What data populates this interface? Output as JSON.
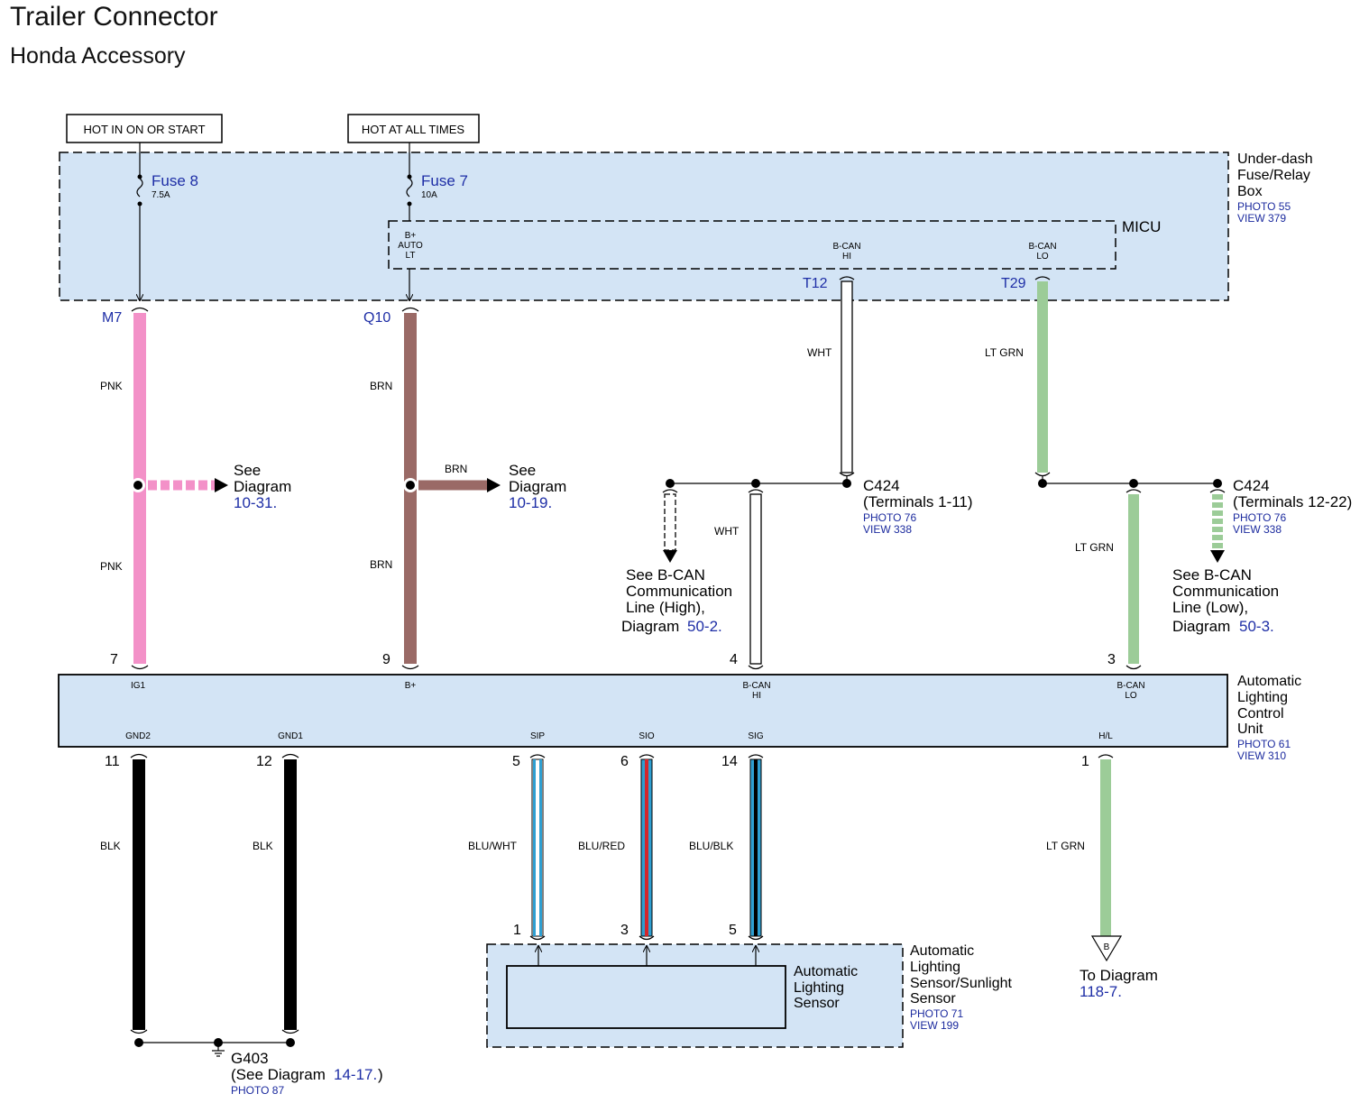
{
  "header": {
    "title": "Trailer Connector",
    "subtitle": "Honda Accessory"
  },
  "colors": {
    "box_fill": "#d3e4f5",
    "pink": "#f391c8",
    "brown": "#9a6a66",
    "ltgrn": "#9ccc98",
    "blk": "#000000",
    "blu": "#2f9fd1",
    "red": "#d5262b",
    "link": "#1b2a9e"
  },
  "power": {
    "hot_ign": "HOT IN ON OR START",
    "hot_all": "HOT AT ALL TIMES"
  },
  "fuse_box": {
    "name1": "Under-dash",
    "name2": "Fuse/Relay",
    "name3": "Box",
    "photo": "PHOTO 55",
    "view": "VIEW 379",
    "fuse8": {
      "label": "Fuse 8",
      "rating": "7.5A",
      "terminal": "M7"
    },
    "fuse7": {
      "label": "Fuse 7",
      "rating": "10A",
      "terminal": "Q10"
    },
    "micu": {
      "name": "MICU",
      "bplus1": "B+",
      "bplus2": "AUTO",
      "bplus3": "LT",
      "canhi1": "B-CAN",
      "canhi2": "HI",
      "canlo1": "B-CAN",
      "canlo2": "LO",
      "t12": "T12",
      "t29": "T29"
    }
  },
  "wires": {
    "pnk": "PNK",
    "brn": "BRN",
    "wht": "WHT",
    "ltgrn": "LT GRN",
    "blk": "BLK",
    "bluwht": "BLU/WHT",
    "blured": "BLU/RED",
    "blublk": "BLU/BLK"
  },
  "refs": {
    "see": "See",
    "diagram": "Diagram",
    "d1031": "10-31.",
    "d1019": "10-19.",
    "bcan_hi": [
      "See B-CAN",
      "Communication",
      "Line (High),"
    ],
    "bcan_hi_diag": "Diagram",
    "d502": "50-2.",
    "bcan_lo": [
      "See B-CAN",
      "Communication",
      "Line (Low),"
    ],
    "bcan_lo_diag": "Diagram",
    "d503": "50-3.",
    "c424a": {
      "name": "C424",
      "terms": "(Terminals 1-11)",
      "photo": "PHOTO 76",
      "view": "VIEW 338"
    },
    "c424b": {
      "name": "C424",
      "terms": "(Terminals 12-22)",
      "photo": "PHOTO 76",
      "view": "VIEW 338"
    }
  },
  "alcu": {
    "name1": "Automatic",
    "name2": "Lighting",
    "name3": "Control",
    "name4": "Unit",
    "photo": "PHOTO 61",
    "view": "VIEW 310",
    "top_pins": {
      "ig1": "IG1",
      "bplus": "B+",
      "canhi1": "B-CAN",
      "canhi2": "HI",
      "canlo1": "B-CAN",
      "canlo2": "LO"
    },
    "top_nums": {
      "ig1": "7",
      "bplus": "9",
      "canhi": "4",
      "canlo": "3"
    },
    "bot_pins": {
      "gnd2": "GND2",
      "gnd1": "GND1",
      "sip": "SIP",
      "sio": "SIO",
      "sig": "SIG",
      "hl": "H/L"
    },
    "bot_nums": {
      "gnd2": "11",
      "gnd1": "12",
      "sip": "5",
      "sio": "6",
      "sig": "14",
      "hl": "1"
    }
  },
  "sensor": {
    "outer1": "Automatic",
    "outer2": "Lighting",
    "outer3": "Sensor/Sunlight",
    "outer4": "Sensor",
    "photo": "PHOTO 71",
    "view": "VIEW 199",
    "inner1": "Automatic",
    "inner2": "Lighting",
    "inner3": "Sensor",
    "pin1": "1",
    "pin3": "3",
    "pin5": "5"
  },
  "ground": {
    "name": "G403",
    "see": "(See Diagram",
    "diag": "14-17.",
    "close": ")",
    "photo": "PHOTO 87"
  },
  "to_diagram": {
    "letter": "B",
    "label": "To Diagram",
    "diag": "118-7."
  }
}
